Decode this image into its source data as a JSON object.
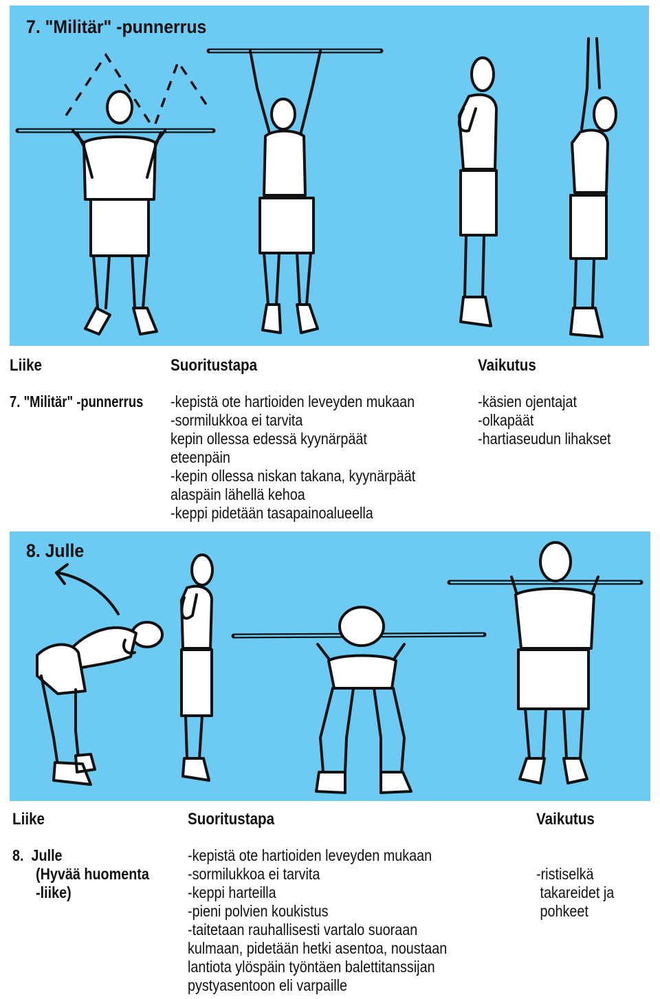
{
  "exercise7": {
    "panel_title": "7. \"Militär\" -punnerrus",
    "headers": {
      "liike": "Liike",
      "suoritustapa": "Suoritustapa",
      "vaikutus": "Vaikutus"
    },
    "liike": [
      "7. \"Militär\" -punnerrus"
    ],
    "suoritustapa": [
      "-kepistä ote hartioiden leveyden mukaan",
      "-sormilukkoa ei tarvita",
      " kepin ollessa edessä kyynärpäät",
      " eteenpäin",
      "-kepin ollessa niskan takana, kyynärpäät",
      " alaspäin lähellä kehoa",
      "-keppi pidetään tasapainoalueella"
    ],
    "vaikutus": [
      "-käsien ojentajat",
      "-olkapäät",
      "-hartiaseudun lihakset"
    ],
    "icons": [
      "standing-figure-bar-front-icon",
      "overhead-press-figure-icon",
      "side-figure-bar-behind-icon",
      "side-figure-arms-up-icon"
    ]
  },
  "exercise8": {
    "panel_title": "8. Julle",
    "headers": {
      "liike": "Liike",
      "suoritustapa": "Suoritustapa",
      "vaikutus": "Vaikutus"
    },
    "liike": [
      "8.  Julle",
      "(Hyvää huomenta",
      "-liike)"
    ],
    "suoritustapa": [
      "-kepistä ote hartioiden leveyden mukaan",
      "-sormilukkoa ei tarvita",
      "-keppi harteilla",
      "-pieni polvien koukistus",
      "-taitetaan rauhallisesti vartalo suoraan",
      " kulmaan, pidetään hetki asentoa, noustaan",
      " lantiota ylöspäin työntäen balettitanssijan",
      " pystyasentoon eli varpaille"
    ],
    "vaikutus": [
      "-ristiselkä",
      " takareidet ja",
      " pohkeet"
    ],
    "icons": [
      "bent-over-figure-icon",
      "side-standing-figure-icon",
      "front-bent-figure-bar-icon",
      "front-standing-figure-bar-icon",
      "curved-arrow-icon"
    ]
  },
  "colors": {
    "panel_background": "#6ccaf3",
    "text": "#111111",
    "figure_fill": "#ffffff"
  }
}
